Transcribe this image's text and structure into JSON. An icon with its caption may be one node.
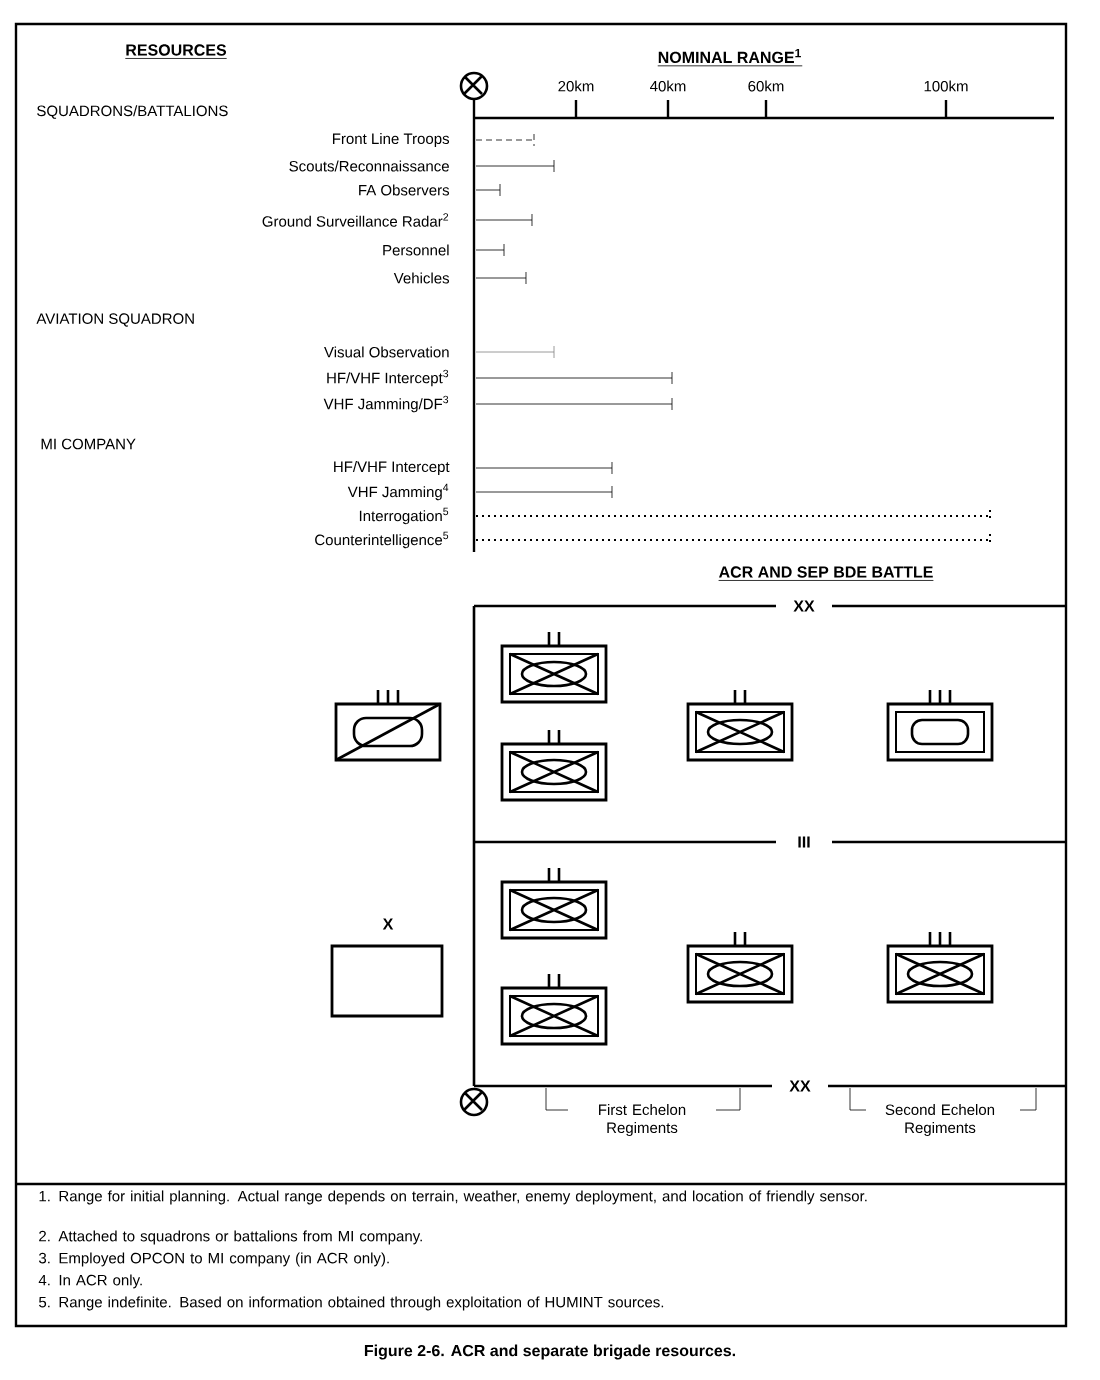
{
  "diagram": {
    "caption": "Figure 2-6. ACR and separate brigade resources.",
    "labels": [
      "RESOURCES",
      "NOMINAL RANGE$^{1}$",
      "20km",
      "40km",
      "60km",
      "100km",
      "SQUADRONS/BATTALIONS",
      "Front Line Troops",
      "Scouts/Reconnaissance",
      "FA Observers",
      "Ground Surveillance Radar$^{2}$",
      "Personnel",
      "Vehicles",
      "AVIATION SQUADRON",
      "Visual Observation",
      "HF/VHF Intercept$^{3}$",
      "VHF Jamming/DF$^{3}$",
      "MI COMPANY",
      "HF/VHF Intercept",
      "VHF Jamming$^{4}$",
      "Interrogation$^{5}$",
      "Counterintelligence$^{5}$",
      "ACR AND SEP BDE BATTLE",
      "XX",
      "III",
      "X",
      "XX",
      "First Echelon Regiments",
      "Second Echelon Regiments",
      "1. Range for initial planning. Actual range depends on terrain, weather, enemy deployment, and location of friendly sensor.",
      "2. Attached to squadrons or battalions from MI company.",
      "3. Employed OPCON to MI company (in ACR only).",
      "4. In ACR only.",
      "5. Range indefinite. Based on information obtained through exploitation of HUMINT sources."
    ]
  }
}
